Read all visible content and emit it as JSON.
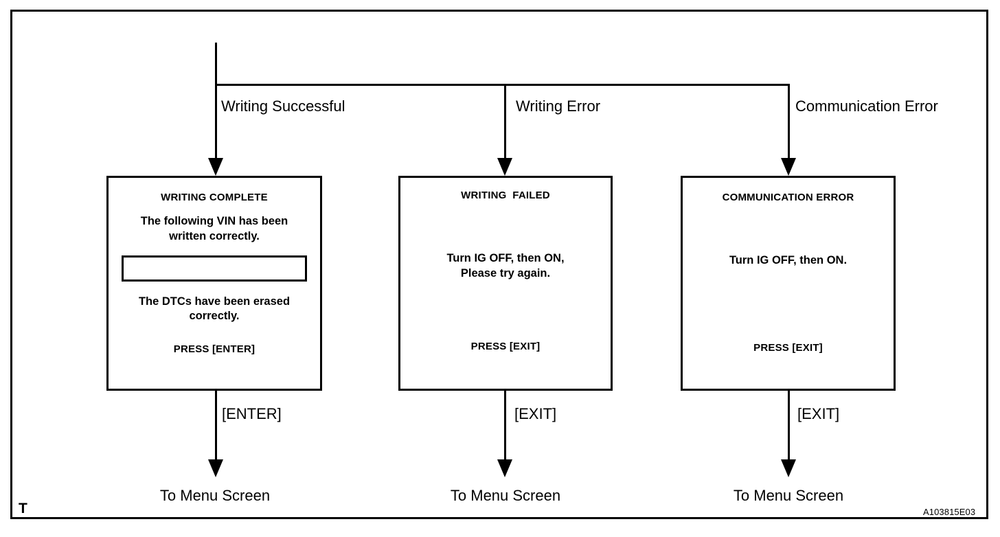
{
  "figure": {
    "corner_marker": "T",
    "reference_code": "A103815E03"
  },
  "branches": [
    {
      "label": "Writing Successful"
    },
    {
      "label": "Writing Error"
    },
    {
      "label": "Communication Error"
    }
  ],
  "dialogs": [
    {
      "title": "WRITING COMPLETE",
      "body_line_1": "The following VIN has been written correctly.",
      "vin_field_value": "",
      "body_line_2": "The DTCs have been erased correctly.",
      "footer": "PRESS [ENTER]"
    },
    {
      "title": "WRITING  FAILED",
      "body": "Turn IG OFF, then ON,\nPlease try again.",
      "footer": "PRESS [EXIT]"
    },
    {
      "title": "COMMUNICATION ERROR",
      "body": "Turn IG OFF, then ON.",
      "footer": "PRESS [EXIT]"
    }
  ],
  "exits": [
    {
      "key_label": "[ENTER]",
      "terminal": "To Menu Screen"
    },
    {
      "key_label": "[EXIT]",
      "terminal": "To Menu Screen"
    },
    {
      "key_label": "[EXIT]",
      "terminal": "To Menu Screen"
    }
  ],
  "colors": {
    "stroke": "#000000",
    "background": "#ffffff"
  }
}
